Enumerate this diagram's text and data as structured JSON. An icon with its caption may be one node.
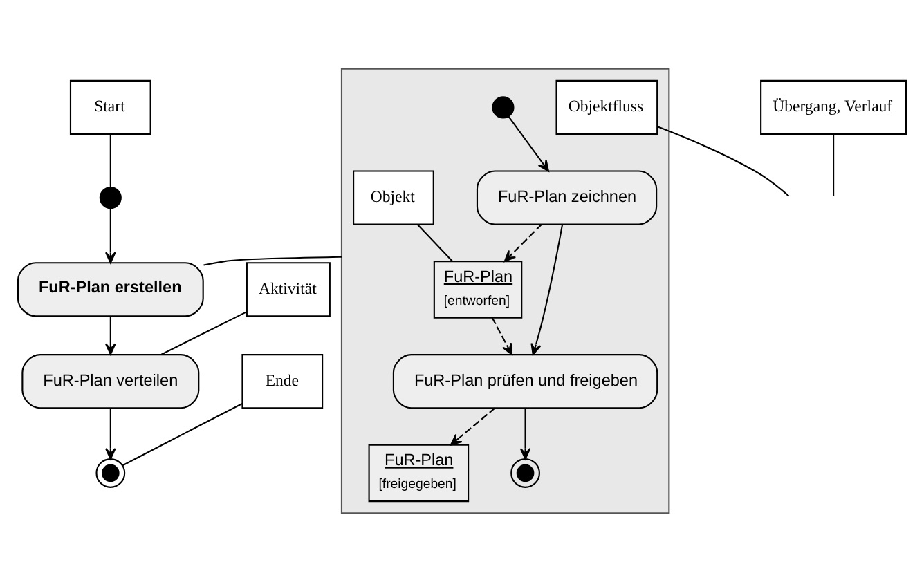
{
  "diagram": {
    "nodes": [
      {
        "text": [
          "Start"
        ]
      },
      {
        "text": [],
        "shape": "circle"
      },
      {
        "text": [
          "Übergang, Verlauf"
        ]
      },
      {
        "text": [
          "FuR-Plan erstellen"
        ]
      },
      {
        "text": [
          "Aktivität"
        ]
      },
      {
        "text": [
          "FuR-Plan verteilen"
        ]
      },
      {
        "text": [],
        "shape": "circle"
      },
      {
        "text": [
          "Ende"
        ]
      },
      {
        "text": [],
        "shape": "box"
      },
      {
        "text": [],
        "shape": "circle",
        "in": 8
      },
      {
        "text": [
          "FuR-Plan zeichnen"
        ],
        "in": 8
      },
      {
        "text": [
          "Objekt"
        ],
        "in": 8
      },
      {
        "text": [
          "FuR-Plan",
          "[entworfen]"
        ],
        "in": 8
      },
      {
        "text": [
          "FuR-Plan prüfen und freigeben"
        ],
        "in": 8
      },
      {
        "text": [
          "FuR-Plan",
          "[freigegeben]"
        ],
        "in": 8
      },
      {
        "text": [],
        "shape": "circle",
        "in": 8
      },
      {
        "text": [
          "Objektfluss"
        ],
        "in": 8
      }
    ],
    "edges": [
      {
        "from": 0,
        "to": 1,
        "arrow": "none"
      },
      {
        "from": 1,
        "to": 3,
        "arrow": "to"
      },
      {
        "from": 2,
        "to": null,
        "arrow": "none"
      },
      {
        "from": 3,
        "to": 8,
        "arrow": "none"
      },
      {
        "from": 3,
        "to": 5,
        "arrow": "to"
      },
      {
        "from": 4,
        "to": 5,
        "arrow": "none"
      },
      {
        "from": 5,
        "to": 6,
        "arrow": "to"
      },
      {
        "from": 7,
        "to": 6,
        "arrow": "none"
      },
      {
        "from": 9,
        "to": 10,
        "arrow": "to"
      },
      {
        "from": 10,
        "to": 12,
        "arrow": "to",
        "style": "dashed"
      },
      {
        "from": 12,
        "to": 13,
        "arrow": "to",
        "style": "dashed"
      },
      {
        "from": 10,
        "to": 13,
        "arrow": "to"
      },
      {
        "from": 13,
        "to": 15,
        "arrow": "to"
      },
      {
        "from": 13,
        "to": 14,
        "arrow": "to",
        "style": "dashed"
      },
      {
        "from": 11,
        "to": 12,
        "arrow": "none"
      },
      {
        "from": 16,
        "to": null,
        "arrow": "none"
      }
    ]
  }
}
